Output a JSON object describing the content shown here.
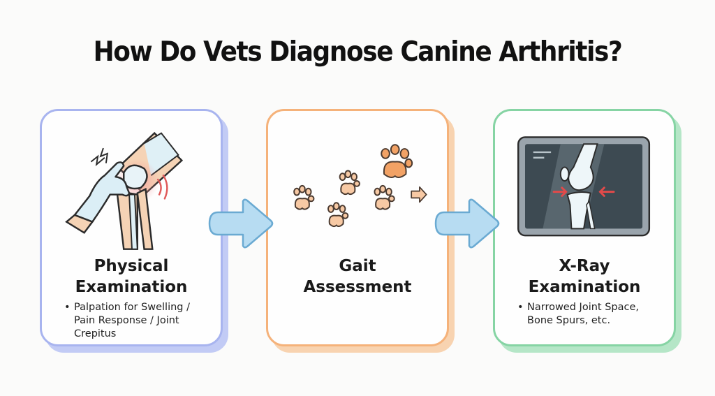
{
  "title": "How Do Vets Diagnose Canine Arthritis?",
  "steps": [
    {
      "title_line1": "Physical",
      "title_line2": "Examination",
      "bullet": "Palpation for Swelling / Pain Response / Joint Crepitus",
      "icon": "knee-palpation-icon",
      "border_color": "#a8b4ef"
    },
    {
      "title_line1": "Gait",
      "title_line2": "Assessment",
      "bullet": "",
      "icon": "paw-prints-icon",
      "border_color": "#f5b27a"
    },
    {
      "title_line1": "X-Ray",
      "title_line2": "Examination",
      "bullet": "Narrowed Joint Space, Bone Spurs, etc.",
      "icon": "xray-knee-icon",
      "border_color": "#86d4a4"
    }
  ],
  "bullet_symbol": "•",
  "arrow_color": "#a8d4ee"
}
